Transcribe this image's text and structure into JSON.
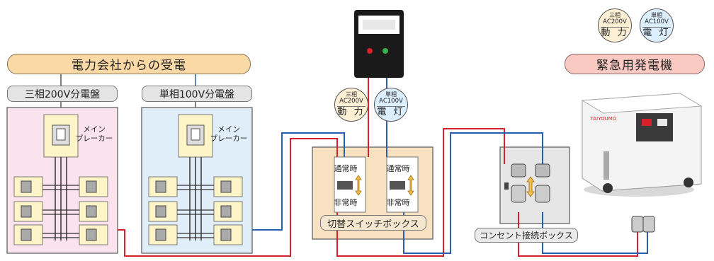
{
  "title_utility": "電力会社からの受電",
  "title_generator": "緊急用発電機",
  "panel_three_phase": "三相200V分電盤",
  "panel_single_phase": "単相100V分電盤",
  "main_breaker": "メイン\nブレーカー",
  "power_circle": {
    "line1": "三相",
    "line2": "AC200V",
    "label": "動 力"
  },
  "light_circle": {
    "line1": "単相",
    "line2": "AC100V",
    "label": "電 灯"
  },
  "switch_normal": "通常時",
  "switch_emergency": "非常時",
  "switch_box_label": "切替スイッチボックス",
  "outlet_box_label": "コンセント接続ボックス",
  "generator_brand": "TAIYOUMO",
  "colors": {
    "red_line": "#d7202a",
    "blue_line": "#2a5fb0",
    "pink_panel": "#fbe3ee",
    "blue_panel": "#e0eef9",
    "orange_box": "#f7e1c0"
  }
}
